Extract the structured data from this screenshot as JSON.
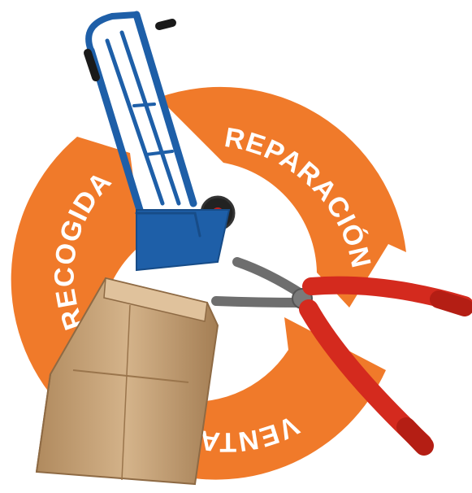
{
  "cycle": {
    "ring_color": "#F07A2A",
    "label_color": "#FFFFFF",
    "segments": [
      {
        "id": "recogida",
        "label": "RECOGIDA"
      },
      {
        "id": "reparacion",
        "label": "REPARACIÓN"
      },
      {
        "id": "venta",
        "label": "VENTA"
      }
    ]
  },
  "illustrations": [
    {
      "name": "hand-truck-icon",
      "color": "#1E5FA8"
    },
    {
      "name": "paper-bag-icon",
      "color": "#C9A47A"
    },
    {
      "name": "pliers-icon",
      "color": "#D42A1E"
    }
  ]
}
